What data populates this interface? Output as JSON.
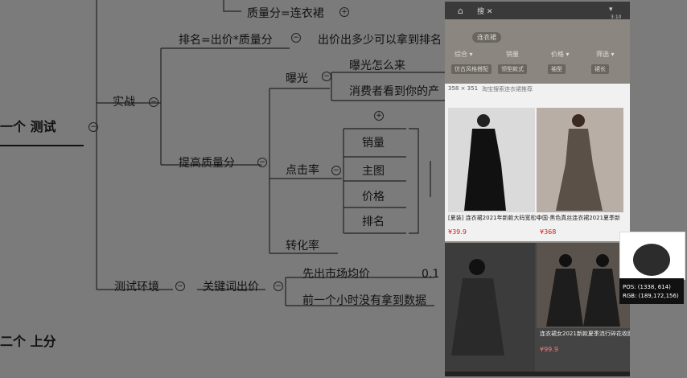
{
  "mindmap": {
    "node_zhiliangfen": "质量分=连衣裙",
    "node_paiming": "排名=出价*质量分",
    "node_chujia": "出价出多少可以拿到排名",
    "node_shizhan": "实战",
    "node_test": "一个  测试",
    "node_baoguang": "曝光",
    "node_baoguang_how": "曝光怎么来",
    "node_consumer": "消费者看到你的产",
    "node_tigao": "提高质量分",
    "node_dianji": "点击率",
    "node_xiaoliang": "销量",
    "node_zhutu": "主图",
    "node_jiage": "价格",
    "node_paiming2": "排名",
    "node_zhuanhua": "转化率",
    "node_testenv": "测试环境",
    "node_keyword": "关键词出价",
    "node_market": "先出市场均价",
    "node_value": "0.1",
    "node_lasthour": "前一个小时没有拿到数据",
    "node_shangfen": "二个  上分"
  },
  "phone": {
    "tab_label": "搜 ✕",
    "clock": "3:10",
    "category_pill": "连衣裙",
    "sort_items": [
      "综合 ▾",
      "销量",
      "价格 ▾",
      "筛选 ▾"
    ],
    "chips": [
      "仿古风格搭配",
      "领型款式",
      "袖型",
      "裙长"
    ],
    "size_label": "358 × 351",
    "hint": "淘宝搜索连衣裙推荐",
    "product1_title": "[夏装]  连衣裙2021年新款大码宽松中",
    "product1_price": "¥39.9",
    "product2_title": "中国·黑色真丝连衣裙2021夏季新",
    "product2_price": "¥368",
    "product3_title": "连衣裙女2021新款夏季流行碎花收腰",
    "product3_price": "¥99.9"
  },
  "picker": {
    "pos": "POS:  (1338, 614)",
    "rgb": "RGB:  (189,172,156)"
  }
}
